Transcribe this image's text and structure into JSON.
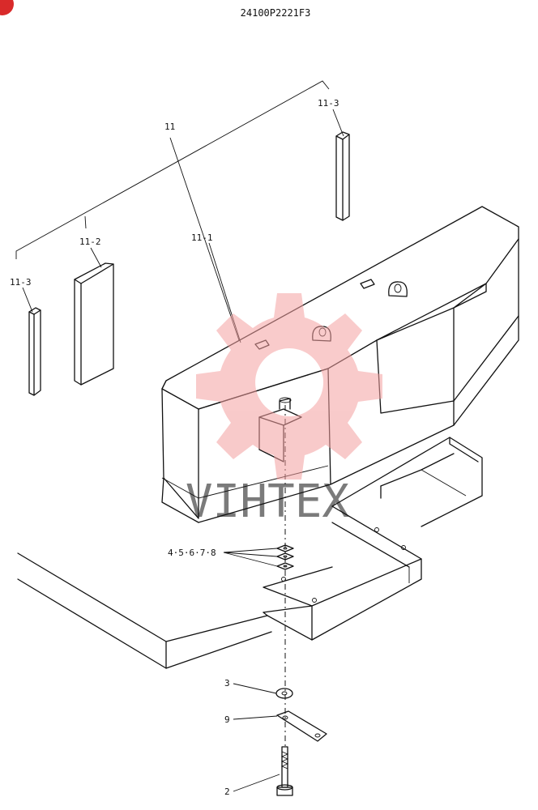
{
  "drawing": {
    "code": "24100P2221F3"
  },
  "watermark": {
    "text": "VIHTEX",
    "color": "#f4a0a0"
  },
  "corner_mark_color": "#d92a2a",
  "callouts": {
    "group": "11",
    "top_right": "11-3",
    "counterweight": "11-1",
    "plate": "11-2",
    "left": "11-3",
    "shims": "4·5·6·7·8",
    "washer": "3",
    "bracket": "9",
    "bolt": "2"
  }
}
